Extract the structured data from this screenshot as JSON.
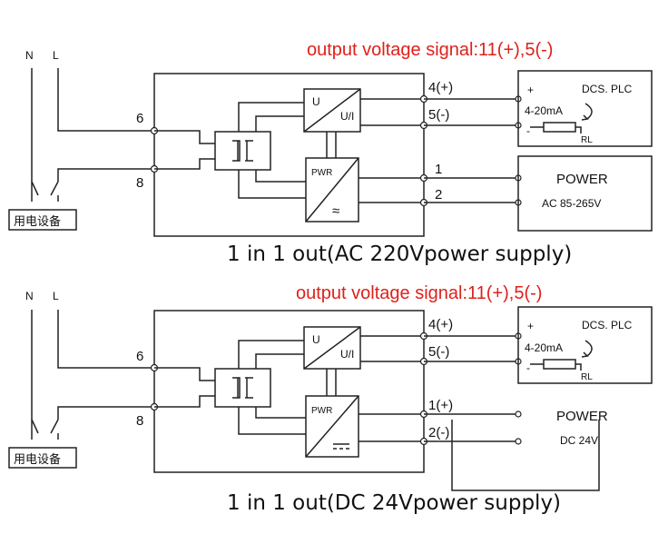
{
  "top": {
    "heading": "output voltage signal:11(+),5(-)",
    "title": "1 in 1 out(AC 220Vpower supply)",
    "n_label": "N",
    "l_label": "L",
    "term_6": "6",
    "term_8": "8",
    "device_label": "用电设备",
    "u_label": "U",
    "ui_label": "U/I",
    "pwr_label": "PWR",
    "pwr_symbol": "≈",
    "out_4": "4(+)",
    "out_5": "5(-)",
    "pwr_1": "1",
    "pwr_2": "2",
    "plc_label": "DCS. PLC",
    "plc_plus": "+",
    "plc_minus": "-",
    "ma_label": "4-20mA",
    "rl_label": "RL",
    "power_title": "POWER",
    "power_range": "AC 85-265V"
  },
  "bottom": {
    "heading": "output voltage signal:11(+),5(-)",
    "title": "1 in 1 out(DC 24Vpower supply)",
    "n_label": "N",
    "l_label": "L",
    "term_6": "6",
    "term_8": "8",
    "device_label": "用电设备",
    "u_label": "U",
    "ui_label": "U/I",
    "pwr_label": "PWR",
    "out_4": "4(+)",
    "out_5": "5(-)",
    "pwr_1": "1(+)",
    "pwr_2": "2(-)",
    "plc_label": "DCS. PLC",
    "plc_plus": "+",
    "plc_minus": "-",
    "ma_label": "4-20mA",
    "rl_label": "RL",
    "power_title": "POWER",
    "power_range": "DC 24V"
  }
}
